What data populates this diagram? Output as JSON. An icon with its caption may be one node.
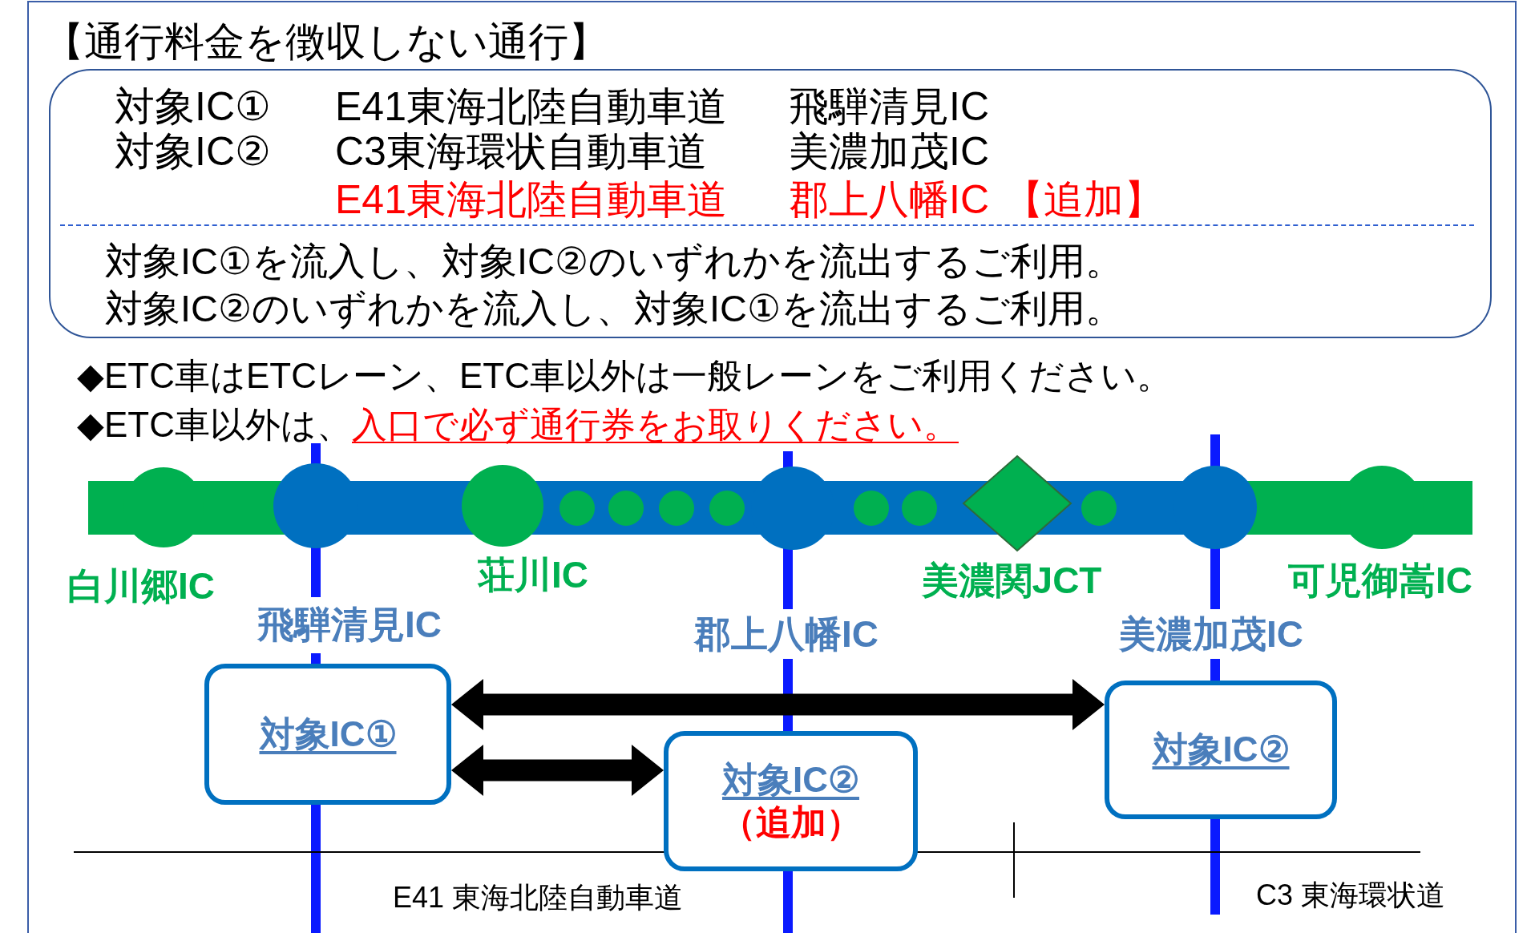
{
  "diagram": {
    "title": "【通行料金を徴収しない通行】",
    "nodes": [
      {
        "text": [
          "対象IC①",
          "E41東海北陸自動車道",
          "飛騨清見IC",
          "対象IC②",
          "C3東海環状自動車道",
          "美濃加茂IC",
          "E41東海北陸自動車道",
          "郡上八幡IC",
          "【追加】",
          "対象IC①を流入し、対象IC②のいずれかを流出するご利用。",
          "対象IC②のいずれかを流入し、対象IC①を流出するご利用。"
        ]
      },
      {
        "text": [
          "対象IC①"
        ]
      },
      {
        "text": [
          "対象IC②",
          "（追加）"
        ]
      },
      {
        "text": [
          "対象IC②"
        ]
      }
    ],
    "edges": [
      {
        "from": 1,
        "to": 3,
        "arrow": "both"
      },
      {
        "from": 1,
        "to": 2,
        "arrow": "both"
      }
    ],
    "labels": [
      "◆ETC車はETCレーン、ETC車以外は一般レーンをご利用ください。",
      "◆ETC車以外は、",
      "入口で必ず通行券をお取りください。",
      "白川郷IC",
      "荘川IC",
      "美濃関JCT",
      "可児御嵩IC",
      "飛騨清見IC",
      "郡上八幡IC",
      "美濃加茂IC",
      "E41 東海北陸自動車道",
      "C3 東海環状道"
    ]
  }
}
